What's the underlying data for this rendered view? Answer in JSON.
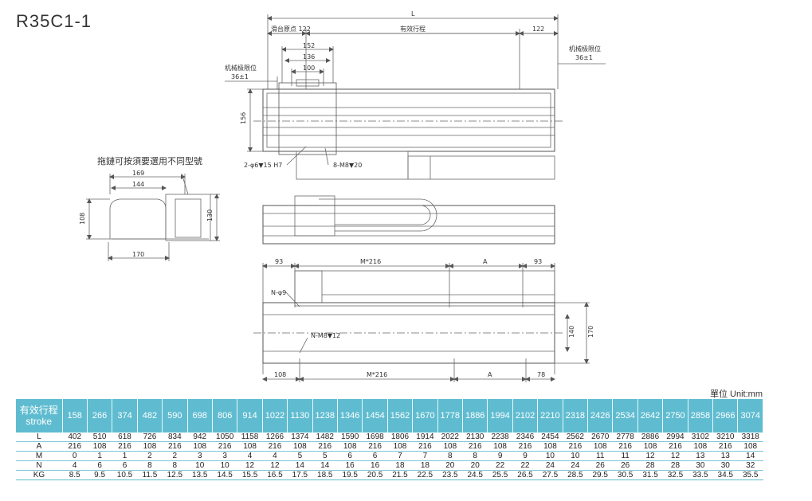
{
  "title": "R35C1-1",
  "unit": "單位 Unit:mm",
  "drawing": {
    "L": "L",
    "slide_origin": "滑台原点 122",
    "effective_stroke": "有效行程",
    "right_offset": "122",
    "mech_limit_label": "机械极限位",
    "mech_limit_value": "36±1",
    "d152": "152",
    "d136": "136",
    "d100": "100",
    "d156": "156",
    "hole_note": "2-φ6▼15 H7",
    "thread_note": "8-M8▼20",
    "chain_note": "拖鏈可按須要選用不同型號",
    "d169": "169",
    "d144": "144",
    "d108": "108",
    "d130": "130",
    "d170": "170",
    "d93a": "93",
    "m216": "M*216",
    "A": "A",
    "d93b": "93",
    "n_hole": "N-φ9",
    "n_thread": "N-M8▼12",
    "d140": "140",
    "d170b": "170",
    "d108b": "108",
    "m216b": "M*216",
    "A2": "A",
    "d78": "78"
  },
  "table": {
    "header_cn": "有效行程",
    "header_en": "stroke",
    "strokes": [
      "158",
      "266",
      "374",
      "482",
      "590",
      "698",
      "806",
      "914",
      "1022",
      "1130",
      "1238",
      "1346",
      "1454",
      "1562",
      "1670",
      "1778",
      "1886",
      "1994",
      "2102",
      "2210",
      "2318",
      "2426",
      "2534",
      "2642",
      "2750",
      "2858",
      "2966",
      "3074"
    ],
    "rows": [
      {
        "label": "L",
        "values": [
          "402",
          "510",
          "618",
          "726",
          "834",
          "942",
          "1050",
          "1158",
          "1266",
          "1374",
          "1482",
          "1590",
          "1698",
          "1806",
          "1914",
          "2022",
          "2130",
          "2238",
          "2346",
          "2454",
          "2562",
          "2670",
          "2778",
          "2886",
          "2994",
          "3102",
          "3210",
          "3318"
        ]
      },
      {
        "label": "A",
        "values": [
          "216",
          "108",
          "216",
          "108",
          "216",
          "108",
          "216",
          "108",
          "216",
          "108",
          "216",
          "108",
          "216",
          "108",
          "216",
          "108",
          "216",
          "108",
          "216",
          "108",
          "216",
          "108",
          "216",
          "108",
          "216",
          "108",
          "216",
          "108"
        ]
      },
      {
        "label": "M",
        "values": [
          "0",
          "1",
          "1",
          "2",
          "2",
          "3",
          "3",
          "4",
          "4",
          "5",
          "5",
          "6",
          "6",
          "7",
          "7",
          "8",
          "8",
          "9",
          "9",
          "10",
          "10",
          "11",
          "11",
          "12",
          "12",
          "13",
          "13",
          "14"
        ]
      },
      {
        "label": "N",
        "values": [
          "4",
          "6",
          "6",
          "8",
          "8",
          "10",
          "10",
          "12",
          "12",
          "14",
          "14",
          "16",
          "16",
          "18",
          "18",
          "20",
          "20",
          "22",
          "22",
          "24",
          "24",
          "26",
          "26",
          "28",
          "28",
          "30",
          "30",
          "32"
        ]
      },
      {
        "label": "KG",
        "values": [
          "8.5",
          "9.5",
          "10.5",
          "11.5",
          "12.5",
          "13.5",
          "14.5",
          "15.5",
          "16.5",
          "17.5",
          "18.5",
          "19.5",
          "20.5",
          "21.5",
          "22.5",
          "23.5",
          "24.5",
          "25.5",
          "26.5",
          "27.5",
          "28.5",
          "29.5",
          "30.5",
          "31.5",
          "32.5",
          "33.5",
          "34.5",
          "35.5"
        ]
      }
    ]
  }
}
